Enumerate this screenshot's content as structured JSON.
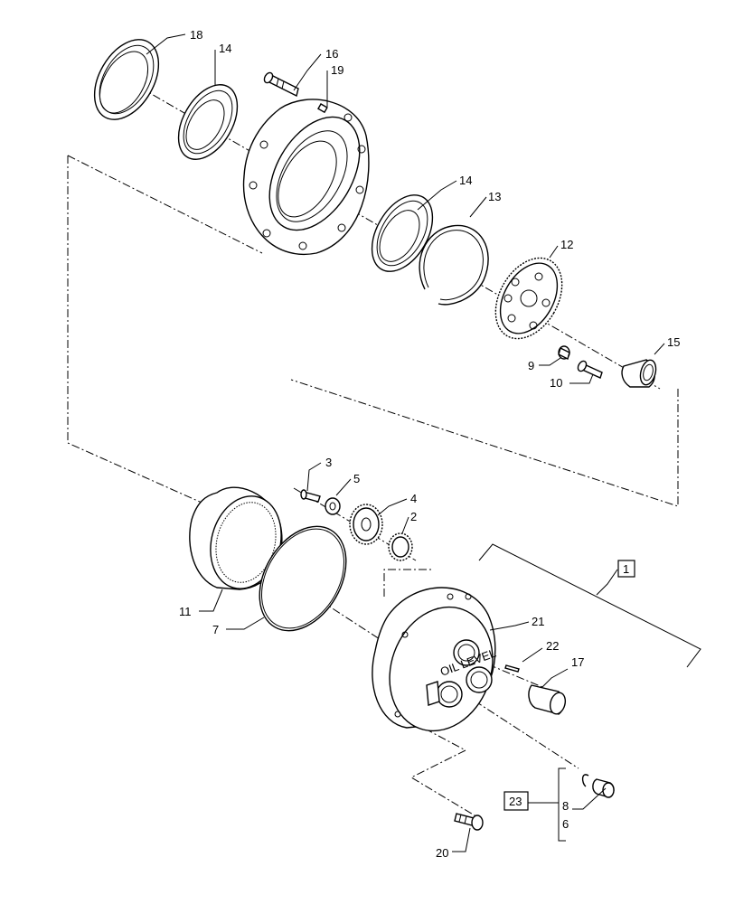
{
  "callouts": [
    {
      "id": "p18",
      "label": "18"
    },
    {
      "id": "p14a",
      "label": "14"
    },
    {
      "id": "p16",
      "label": "16"
    },
    {
      "id": "p19",
      "label": "19"
    },
    {
      "id": "p14b",
      "label": "14"
    },
    {
      "id": "p13",
      "label": "13"
    },
    {
      "id": "p12",
      "label": "12"
    },
    {
      "id": "p15",
      "label": "15"
    },
    {
      "id": "p9",
      "label": "9"
    },
    {
      "id": "p10",
      "label": "10"
    },
    {
      "id": "p3",
      "label": "3"
    },
    {
      "id": "p5",
      "label": "5"
    },
    {
      "id": "p4",
      "label": "4"
    },
    {
      "id": "p2",
      "label": "2"
    },
    {
      "id": "p11",
      "label": "11"
    },
    {
      "id": "p7",
      "label": "7"
    },
    {
      "id": "p1",
      "label": "1"
    },
    {
      "id": "p21",
      "label": "21"
    },
    {
      "id": "p22",
      "label": "22"
    },
    {
      "id": "p17",
      "label": "17"
    },
    {
      "id": "p23",
      "label": "23"
    },
    {
      "id": "p8",
      "label": "8"
    },
    {
      "id": "p6",
      "label": "6"
    },
    {
      "id": "p20",
      "label": "20"
    }
  ],
  "housing_marking": "OIL LEVEL"
}
